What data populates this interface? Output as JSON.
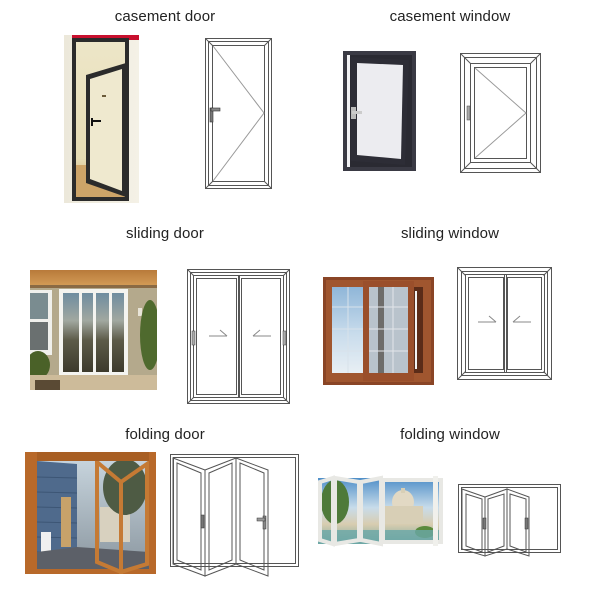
{
  "sections": [
    {
      "id": "casement-door",
      "title": "casement door",
      "photo": {
        "alt": "aluminum casement door photo",
        "frame_color": "#2b2b2b",
        "accent_color": "#c8102e"
      },
      "drawing": {
        "alt": "casement door line drawing",
        "opening": "hinged, triangle apex right"
      }
    },
    {
      "id": "casement-window",
      "title": "casement window",
      "photo": {
        "alt": "dark grey casement window photo",
        "frame_color": "#3a3a44"
      },
      "drawing": {
        "alt": "casement window line drawing",
        "opening": "hinged, triangle apex right"
      }
    },
    {
      "id": "sliding-door",
      "title": "sliding door",
      "photo": {
        "alt": "white sliding patio door photo",
        "frame_color": "#f2f2f0"
      },
      "drawing": {
        "alt": "sliding door line drawing",
        "opening": "two panels, arrows inward"
      }
    },
    {
      "id": "sliding-window",
      "title": "sliding window",
      "photo": {
        "alt": "wood-grain sliding window photo",
        "frame_color": "#8a4526"
      },
      "drawing": {
        "alt": "sliding window line drawing",
        "opening": "two panels, arrows inward"
      }
    },
    {
      "id": "folding-door",
      "title": "folding door",
      "photo": {
        "alt": "wooden folding door photo",
        "frame_color": "#b8692a"
      },
      "drawing": {
        "alt": "folding door line drawing",
        "opening": "bi-fold, three leaves"
      }
    },
    {
      "id": "folding-window",
      "title": "folding window",
      "photo": {
        "alt": "folding window with landscape view photo",
        "frame_color": "#e8e8e4"
      },
      "drawing": {
        "alt": "folding window line drawing",
        "opening": "bi-fold, three leaves"
      }
    }
  ],
  "colors": {
    "text": "#222222",
    "line_drawing": "#555555",
    "background": "#ffffff"
  }
}
